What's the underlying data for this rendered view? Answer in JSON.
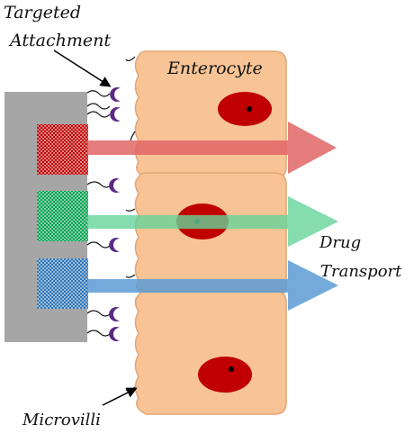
{
  "labels": {
    "targeted_line1": "Targeted",
    "targeted_line2": "Attachment",
    "enterocyte": "Enterocyte",
    "drug": "Drug",
    "transport": "Transport",
    "microvilli": "Microvilli"
  },
  "colors": {
    "carrier": "#a6a6a6",
    "cell_fill": "#f8c496",
    "cell_stroke": "#e3a574",
    "nucleus": "#c00000",
    "nucleolus": "#000000",
    "arrow_red": "#e06666",
    "arrow_green": "#66d39a",
    "arrow_blue": "#5b9bd5",
    "pattern_red": "#c00000",
    "pattern_green": "#00a050",
    "pattern_blue": "#2e75b6",
    "ligand_purple": "#5b2a86",
    "ligand_olive": "#8b7d4f"
  }
}
